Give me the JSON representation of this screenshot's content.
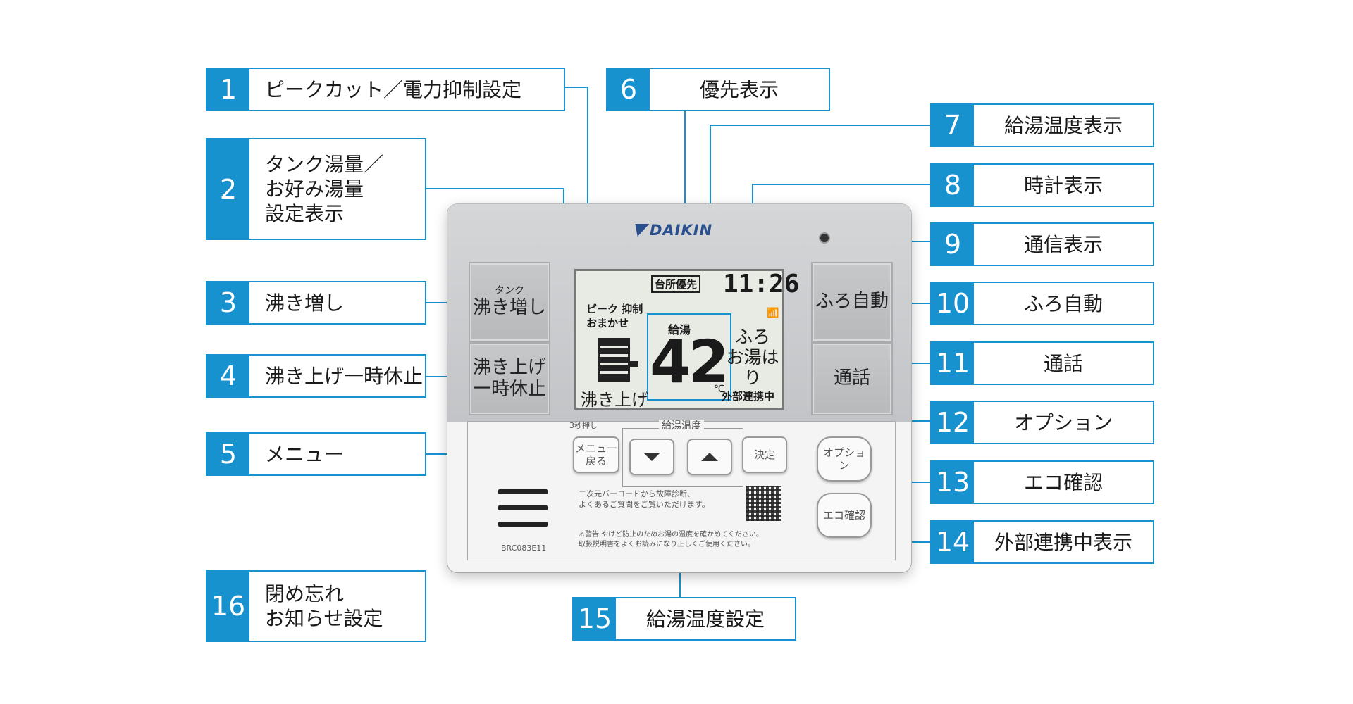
{
  "labels": [
    {
      "num": "1",
      "text": "ピークカット／電力抑制設定"
    },
    {
      "num": "2",
      "text": "タンク湯量／\nお好み湯量\n設定表示"
    },
    {
      "num": "3",
      "text": "沸き増し"
    },
    {
      "num": "4",
      "text": "沸き上げ一時休止"
    },
    {
      "num": "5",
      "text": "メニュー"
    },
    {
      "num": "6",
      "text": "優先表示"
    },
    {
      "num": "7",
      "text": "給湯温度表示"
    },
    {
      "num": "8",
      "text": "時計表示"
    },
    {
      "num": "9",
      "text": "通信表示"
    },
    {
      "num": "10",
      "text": "ふろ自動"
    },
    {
      "num": "11",
      "text": "通話"
    },
    {
      "num": "12",
      "text": "オプション"
    },
    {
      "num": "13",
      "text": "エコ確認"
    },
    {
      "num": "14",
      "text": "外部連携中表示"
    },
    {
      "num": "15",
      "text": "給湯温度設定"
    },
    {
      "num": "16",
      "text": "閉め忘れ\nお知らせ設定"
    }
  ],
  "device": {
    "brand": "DAIKIN",
    "model": "BRC083E11",
    "left_buttons": {
      "wakimashi_small": "タンク",
      "wakimashi": "沸き増し",
      "wakiage_1": "沸き上げ",
      "wakiage_2": "一時休止"
    },
    "right_buttons": {
      "furo": "ふろ自動",
      "tsuwa": "通話"
    },
    "lcd": {
      "priority": "台所優先",
      "clock": "11:26",
      "peak_1": "ピーク 抑制",
      "peak_2": "おまかせ",
      "kyuto": "給湯",
      "temperature": "42",
      "unit": "℃",
      "wakiage": "沸き上げ",
      "furo_1": "ふろ",
      "furo_2": "お湯はり",
      "gaibu": "外部連携中",
      "wifi_icon": "signal-icon"
    },
    "lower": {
      "hold_note": "3秒押し",
      "menu_1": "メニュー",
      "menu_2": "戻る",
      "temp_group": "給湯温度",
      "kettei": "決定",
      "option": "オプション",
      "eco": "エコ確認",
      "qr_note_1": "二次元バーコードから故障診断、",
      "qr_note_2": "よくあるご質問をご覧いただけます。",
      "warning_1": "⚠警告 やけど防止のためお湯の温度を確かめてください。",
      "warning_2": "取扱説明書をよくお読みになり正しくご使用ください。"
    }
  },
  "colors": {
    "accent": "#1891cf"
  }
}
